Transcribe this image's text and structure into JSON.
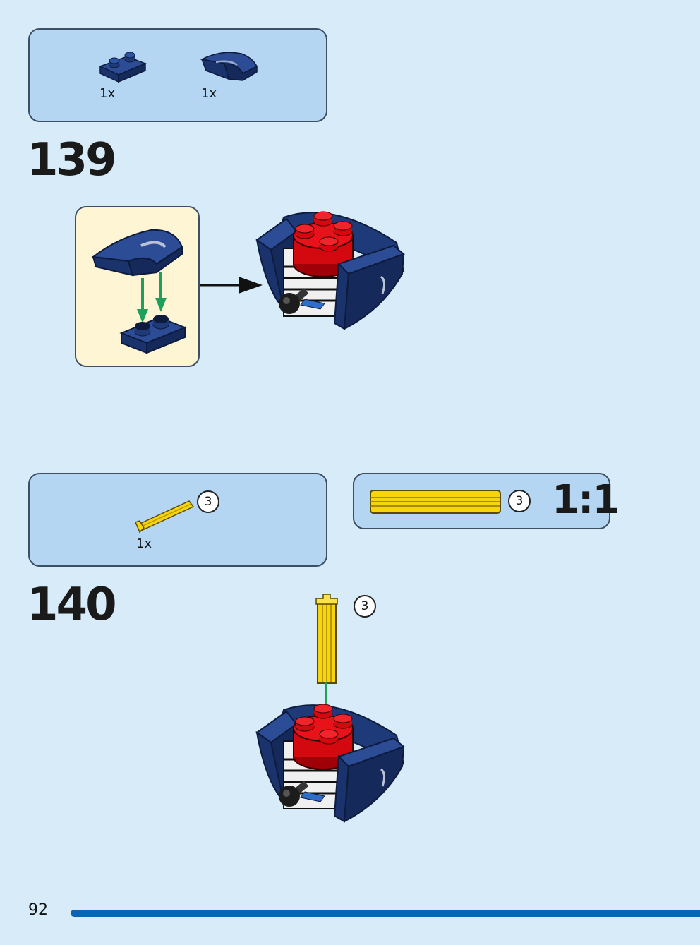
{
  "step139": {
    "number": "139",
    "parts": [
      {
        "icon": "dark-blue-plate-1x2-icon",
        "quantity": "1x"
      },
      {
        "icon": "dark-blue-curved-slope-icon",
        "quantity": "1x"
      }
    ]
  },
  "step140": {
    "number": "140",
    "parts": [
      {
        "icon": "yellow-axle-icon",
        "quantity": "1x",
        "length": "3"
      }
    ],
    "scale_length": "3",
    "scale_label": "1:1",
    "callout_length": "3"
  },
  "page": {
    "number": "92"
  },
  "colors": {
    "background": "#d7ebf9",
    "parts_box": "#b5d6f2",
    "subassembly_box": "#fdf5d4",
    "dark_blue_brick": "#1f3a78",
    "red_brick": "#d4080f",
    "yellow_axle": "#f6d40e",
    "arrow_green": "#1ea05a",
    "page_bar": "#0b63b4"
  }
}
